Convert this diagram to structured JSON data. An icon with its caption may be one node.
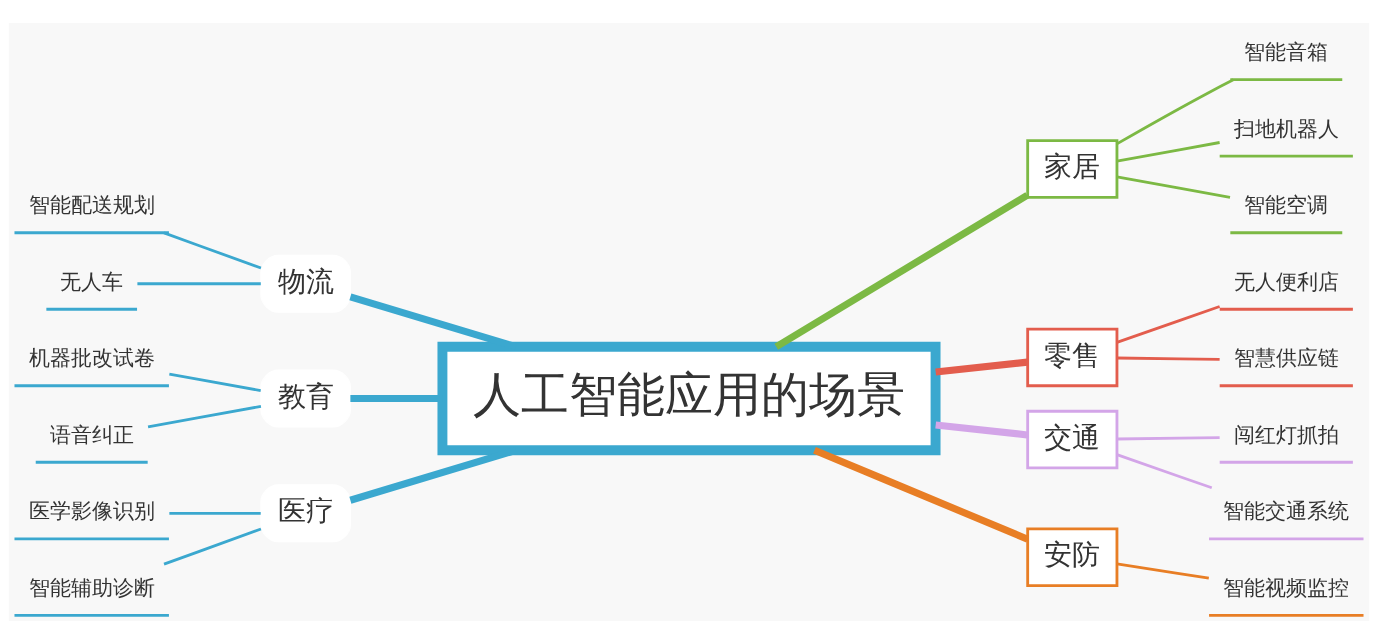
{
  "diagram": {
    "nodes": [
      {
        "text": [
          "人工智能应用的场景"
        ]
      },
      {
        "text": [
          "物流"
        ]
      },
      {
        "text": [
          "智能配送规划"
        ]
      },
      {
        "text": [
          "无人车"
        ]
      },
      {
        "text": [
          "教育"
        ]
      },
      {
        "text": [
          "机器批改试卷"
        ]
      },
      {
        "text": [
          "语音纠正"
        ]
      },
      {
        "text": [
          "医疗"
        ]
      },
      {
        "text": [
          "医学影像识别"
        ]
      },
      {
        "text": [
          "智能辅助诊断"
        ]
      },
      {
        "text": [
          "家居"
        ]
      },
      {
        "text": [
          "智能音箱"
        ]
      },
      {
        "text": [
          "扫地机器人"
        ]
      },
      {
        "text": [
          "智能空调"
        ]
      },
      {
        "text": [
          "零售"
        ]
      },
      {
        "text": [
          "无人便利店"
        ]
      },
      {
        "text": [
          "智慧供应链"
        ]
      },
      {
        "text": [
          "交通"
        ]
      },
      {
        "text": [
          "闯红灯抓拍"
        ]
      },
      {
        "text": [
          "智能交通系统"
        ]
      },
      {
        "text": [
          "安防"
        ]
      },
      {
        "text": [
          "智能视频监控"
        ]
      }
    ],
    "edges": [
      {
        "from": 2,
        "to": 1,
        "arrow": "none"
      },
      {
        "from": 3,
        "to": 1,
        "arrow": "none"
      },
      {
        "from": 1,
        "to": 0,
        "arrow": "none",
        "style": "thick"
      },
      {
        "from": 5,
        "to": 4,
        "arrow": "none"
      },
      {
        "from": 6,
        "to": 4,
        "arrow": "none"
      },
      {
        "from": 4,
        "to": 0,
        "arrow": "none",
        "style": "thick"
      },
      {
        "from": 8,
        "to": 7,
        "arrow": "none"
      },
      {
        "from": 9,
        "to": 7,
        "arrow": "none"
      },
      {
        "from": 7,
        "to": 0,
        "arrow": "none",
        "style": "thick"
      },
      {
        "from": 0,
        "to": 10,
        "arrow": "none",
        "style": "thick",
        "color": "#7cb944"
      },
      {
        "from": 10,
        "to": 11,
        "arrow": "none",
        "color": "#7cb944"
      },
      {
        "from": 10,
        "to": 12,
        "arrow": "none",
        "color": "#7cb944"
      },
      {
        "from": 10,
        "to": 13,
        "arrow": "none",
        "color": "#7cb944"
      },
      {
        "from": 0,
        "to": 14,
        "arrow": "none",
        "style": "thick",
        "color": "#e35d4d"
      },
      {
        "from": 14,
        "to": 15,
        "arrow": "none",
        "color": "#e35d4d"
      },
      {
        "from": 14,
        "to": 16,
        "arrow": "none",
        "color": "#e35d4d"
      },
      {
        "from": 0,
        "to": 17,
        "arrow": "none",
        "style": "thick",
        "color": "#d3a5e8"
      },
      {
        "from": 17,
        "to": 18,
        "arrow": "none",
        "color": "#d3a5e8"
      },
      {
        "from": 17,
        "to": 19,
        "arrow": "none",
        "color": "#d3a5e8"
      },
      {
        "from": 0,
        "to": 20,
        "arrow": "none",
        "style": "thick",
        "color": "#e87e25"
      },
      {
        "from": 20,
        "to": 21,
        "arrow": "none",
        "color": "#e87e25"
      }
    ]
  }
}
